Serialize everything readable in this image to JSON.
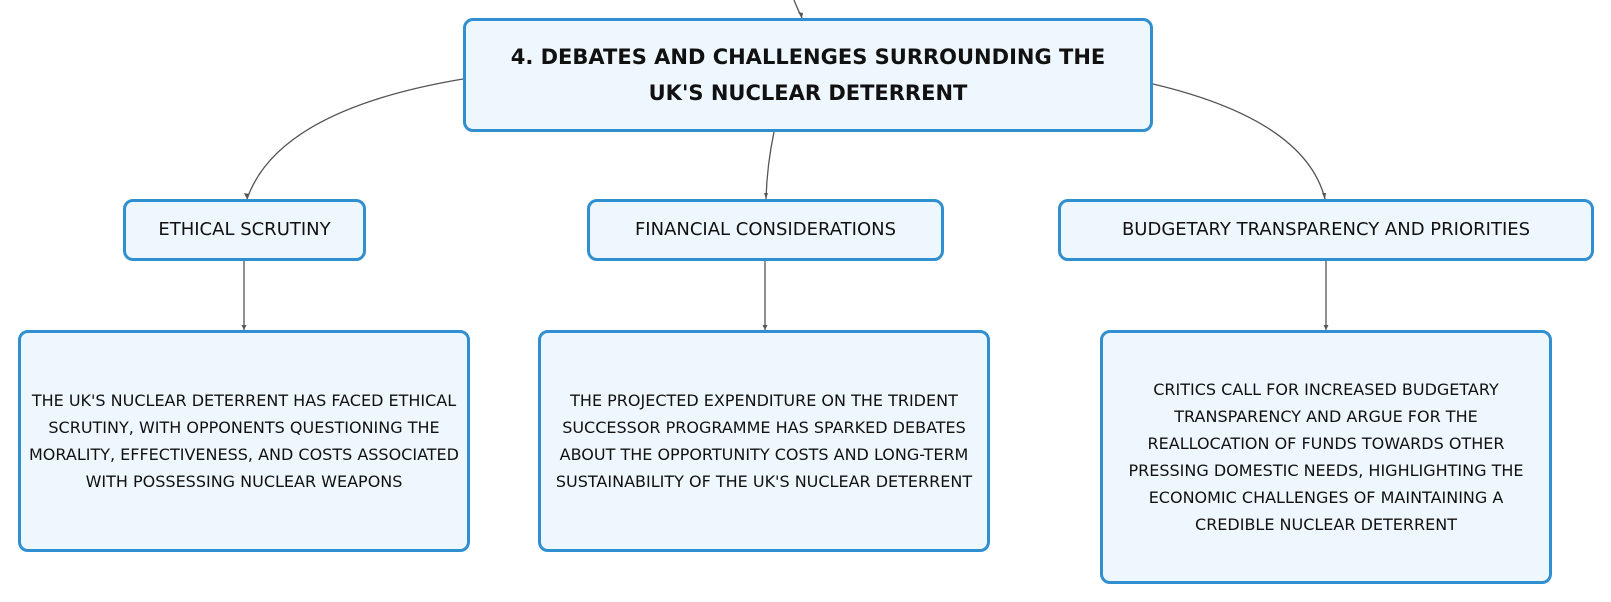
{
  "colors": {
    "node_fill": "#eef7fd",
    "node_border": "#2f8fd0",
    "connector": "#555555",
    "text": "#111111"
  },
  "root": {
    "label": "4. DEBATES AND CHALLENGES SURROUNDING THE UK'S NUCLEAR DETERRENT"
  },
  "branches": [
    {
      "label": "ETHICAL SCRUTINY",
      "detail": "THE UK'S NUCLEAR DETERRENT HAS FACED ETHICAL SCRUTINY, WITH OPPONENTS QUESTIONING THE MORALITY, EFFECTIVENESS, AND COSTS ASSOCIATED WITH POSSESSING NUCLEAR WEAPONS"
    },
    {
      "label": "FINANCIAL CONSIDERATIONS",
      "detail": "THE PROJECTED EXPENDITURE ON THE TRIDENT SUCCESSOR PROGRAMME HAS SPARKED DEBATES ABOUT THE OPPORTUNITY COSTS AND LONG-TERM SUSTAINABILITY OF THE UK'S NUCLEAR DETERRENT"
    },
    {
      "label": "BUDGETARY TRANSPARENCY AND PRIORITIES",
      "detail": "CRITICS CALL FOR INCREASED BUDGETARY TRANSPARENCY AND ARGUE FOR THE REALLOCATION OF FUNDS TOWARDS OTHER PRESSING DOMESTIC NEEDS, HIGHLIGHTING THE ECONOMIC CHALLENGES OF MAINTAINING A CREDIBLE NUCLEAR DETERRENT"
    }
  ]
}
